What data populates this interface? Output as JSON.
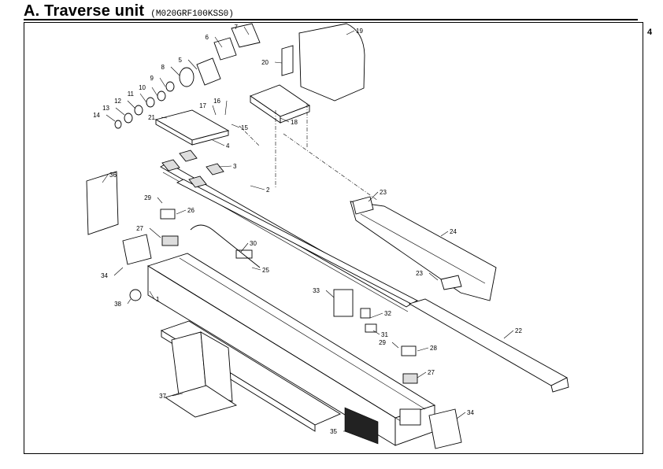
{
  "header": {
    "title": "A. Traverse unit",
    "model": "(M020GRF100KSS0)",
    "page_number": "4"
  },
  "parts": [
    {
      "id": "p1",
      "no": "1"
    },
    {
      "id": "p2",
      "no": "2"
    },
    {
      "id": "p3",
      "no": "3"
    },
    {
      "id": "p4",
      "no": "4"
    },
    {
      "id": "p5",
      "no": "5"
    },
    {
      "id": "p6",
      "no": "6"
    },
    {
      "id": "p7",
      "no": "7"
    },
    {
      "id": "p8",
      "no": "8"
    },
    {
      "id": "p9",
      "no": "9"
    },
    {
      "id": "p10",
      "no": "10"
    },
    {
      "id": "p11",
      "no": "11"
    },
    {
      "id": "p12",
      "no": "12"
    },
    {
      "id": "p13",
      "no": "13"
    },
    {
      "id": "p14",
      "no": "14"
    },
    {
      "id": "p15",
      "no": "15"
    },
    {
      "id": "p16",
      "no": "16"
    },
    {
      "id": "p17",
      "no": "17"
    },
    {
      "id": "p18",
      "no": "18"
    },
    {
      "id": "p19",
      "no": "19"
    },
    {
      "id": "p20",
      "no": "20"
    },
    {
      "id": "p21",
      "no": "21"
    },
    {
      "id": "p22",
      "no": "22"
    },
    {
      "id": "p23a",
      "no": "23"
    },
    {
      "id": "p23b",
      "no": "23"
    },
    {
      "id": "p24",
      "no": "24"
    },
    {
      "id": "p25",
      "no": "25"
    },
    {
      "id": "p26",
      "no": "26"
    },
    {
      "id": "p27a",
      "no": "27"
    },
    {
      "id": "p27b",
      "no": "27"
    },
    {
      "id": "p28",
      "no": "28"
    },
    {
      "id": "p29a",
      "no": "29"
    },
    {
      "id": "p29b",
      "no": "29"
    },
    {
      "id": "p30",
      "no": "30"
    },
    {
      "id": "p31",
      "no": "31"
    },
    {
      "id": "p32",
      "no": "32"
    },
    {
      "id": "p33",
      "no": "33"
    },
    {
      "id": "p34a",
      "no": "34"
    },
    {
      "id": "p34b",
      "no": "34"
    },
    {
      "id": "p35",
      "no": "35"
    },
    {
      "id": "p36",
      "no": "36"
    },
    {
      "id": "p37",
      "no": "37"
    },
    {
      "id": "p38",
      "no": "38"
    }
  ]
}
